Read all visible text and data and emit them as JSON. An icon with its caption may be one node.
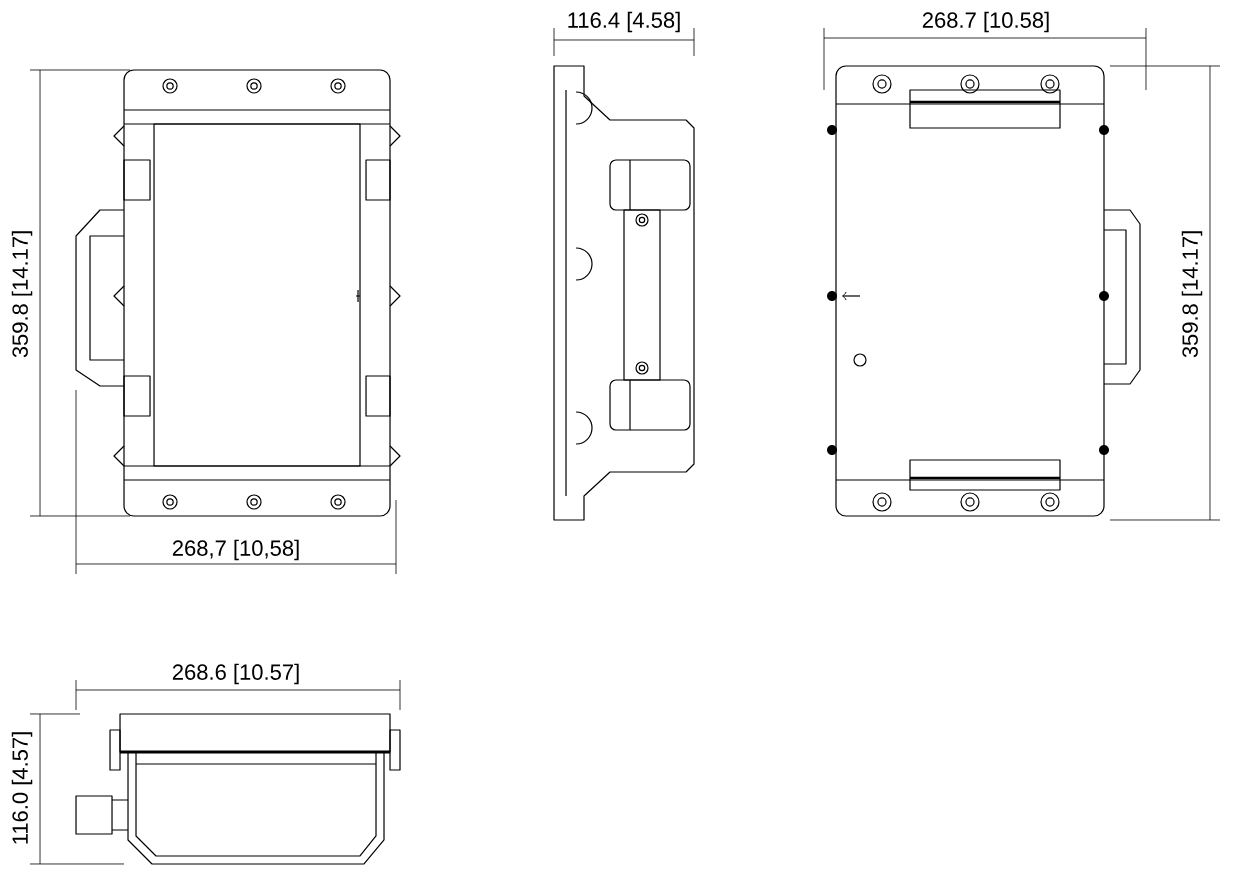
{
  "diagram": {
    "labels": [
      "116.4 [4.58]",
      "268.7 [10.58]",
      "359.8 [14.17]",
      "359.8 [14.17]",
      "268,7 [10,58]",
      "268.6 [10.57]",
      "116.0 [4.57]"
    ]
  }
}
